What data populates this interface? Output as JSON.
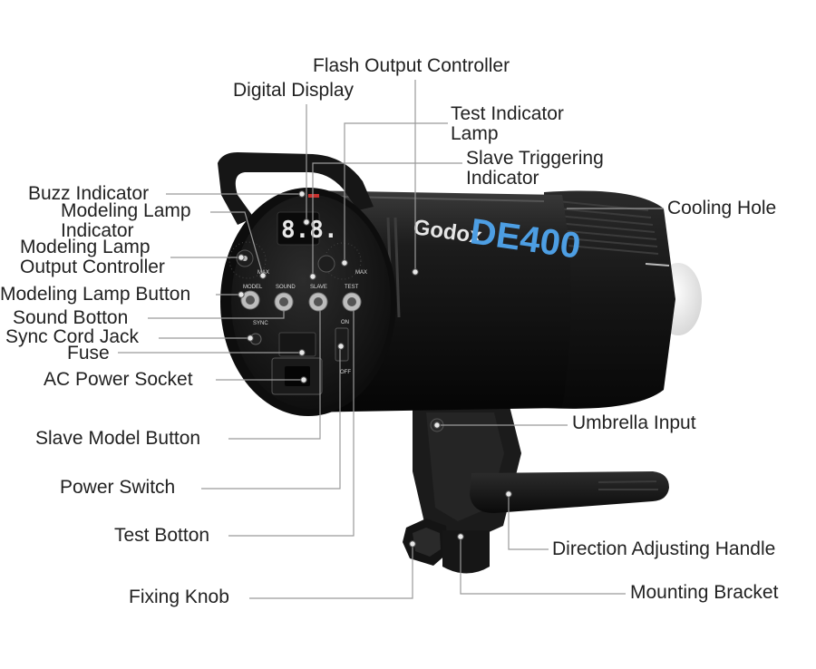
{
  "product": {
    "brand": "Godox",
    "model": "DE400",
    "display_value": "8.8.",
    "panel": {
      "model": "MODEL",
      "sound": "SOUND",
      "slave": "SLAVE",
      "test": "TEST",
      "sync": "SYNC",
      "max_left": "MAX",
      "max_right": "MAX",
      "on": "ON",
      "off": "OFF"
    }
  },
  "labels": {
    "flash_output_controller": "Flash Output Controller",
    "digital_display": "Digital Display",
    "test_indicator_lamp": "Test Indicator\nLamp",
    "slave_triggering_indicator": "Slave Triggering\nIndicator",
    "cooling_hole": "Cooling Hole",
    "buzz_indicator": "Buzz Indicator",
    "modeling_lamp_indicator": "Modeling Lamp\nIndicator",
    "modeling_lamp_output_controller": "Modeling Lamp\nOutput Controller",
    "modeling_lamp_button": "Modeling Lamp Button",
    "sound_botton": "Sound Botton",
    "sync_cord_jack": "Sync Cord Jack",
    "fuse": "Fuse",
    "ac_power_socket": "AC Power Socket",
    "slave_model_button": "Slave Model Button",
    "umbrella_input": "Umbrella Input",
    "power_switch": "Power Switch",
    "test_botton": "Test Botton",
    "direction_adjusting_handle": "Direction Adjusting Handle",
    "fixing_knob": "Fixing Knob",
    "mounting_bracket": "Mounting Bracket"
  }
}
